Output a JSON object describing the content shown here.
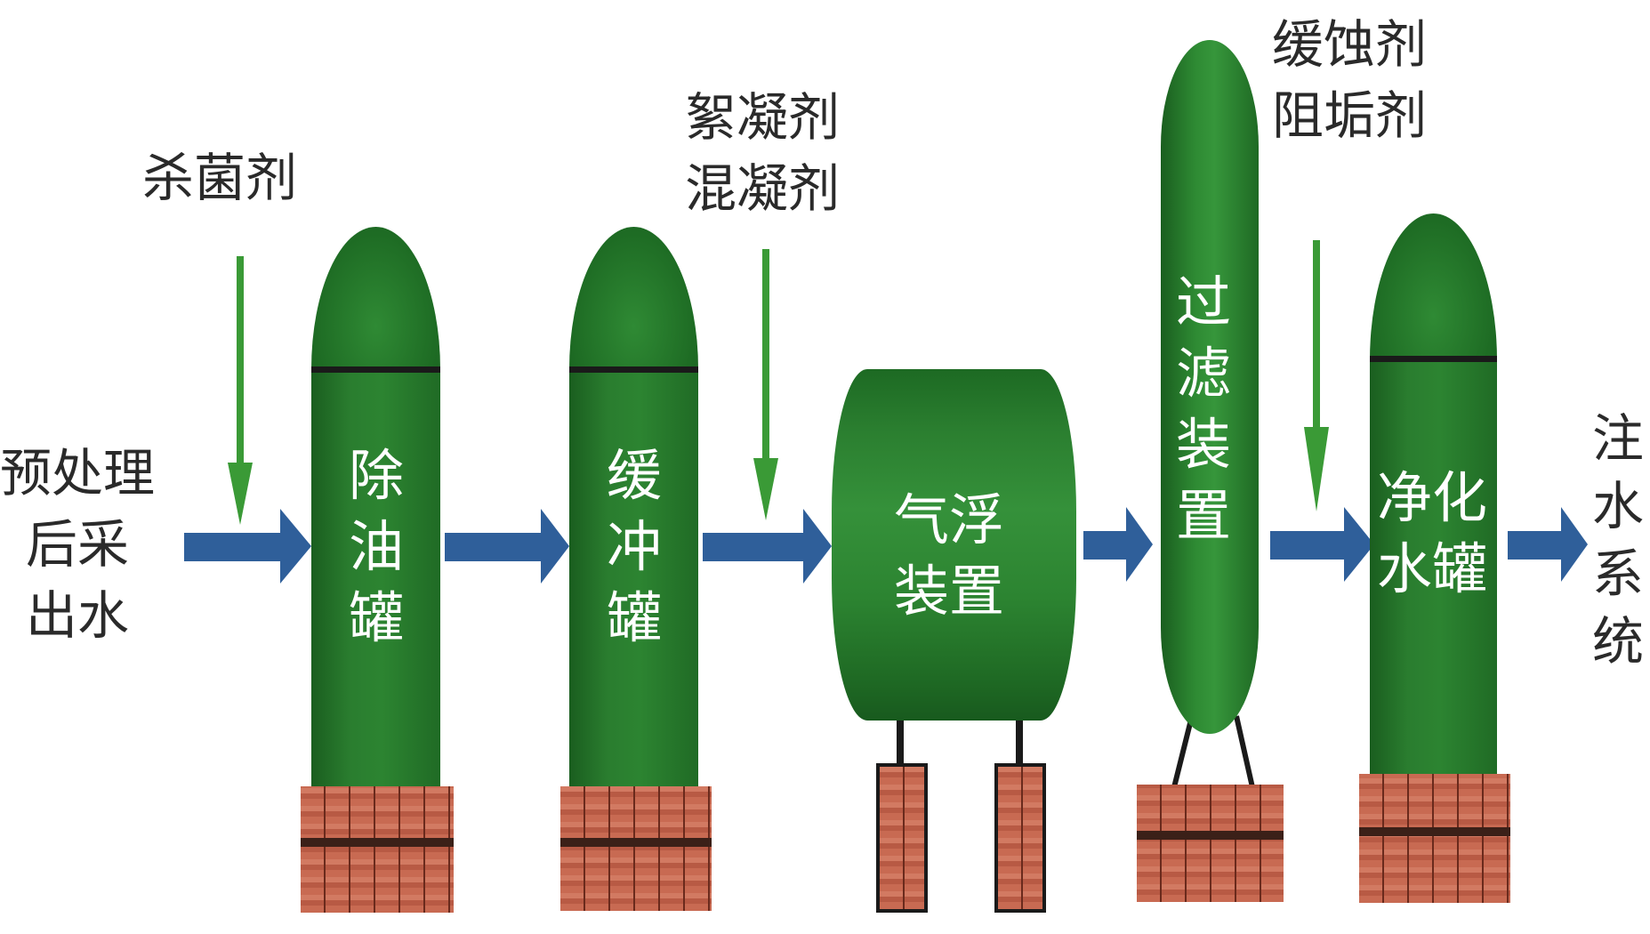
{
  "inputs": {
    "source": [
      "预处理",
      "后采",
      "出水"
    ],
    "bactericide": "杀菌剂",
    "coagulants": [
      "絮凝剂",
      "混凝剂"
    ],
    "inhibitors": [
      "缓蚀剂",
      "阻垢剂"
    ],
    "output": [
      "注",
      "水",
      "系",
      "统"
    ]
  },
  "units": {
    "oil_removal_tank": [
      "除",
      "油",
      "罐"
    ],
    "buffer_tank": [
      "缓",
      "冲",
      "罐"
    ],
    "flotation": [
      "气浮",
      "装置"
    ],
    "filter": [
      "过",
      "滤",
      "装",
      "置"
    ],
    "purified_tank": [
      "净化",
      "水罐"
    ]
  },
  "colors": {
    "tank_green": "#2a7d2f",
    "flow_arrow": "#2f5f9a",
    "dose_arrow": "#3a9a36",
    "base_brick": "#c86a52"
  }
}
